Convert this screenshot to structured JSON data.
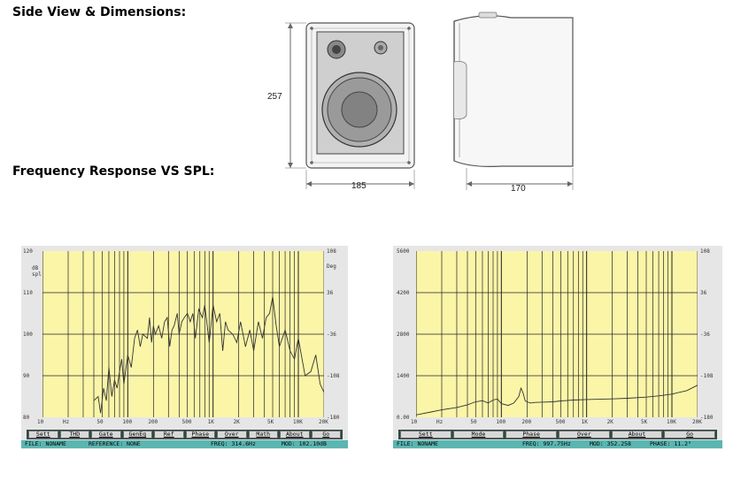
{
  "headings": {
    "side_view": "Side View & Dimensions:",
    "freq_response": "Frequency Response VS SPL:"
  },
  "dimensions": {
    "height": "257",
    "width": "185",
    "depth": "170"
  },
  "left_analyzer": {
    "y_left_ticks": [
      "120",
      "110",
      "100",
      "90",
      "80"
    ],
    "y_left_unit": "dB\nspl",
    "y_right_ticks": [
      "108",
      "36",
      "-36",
      "-108",
      "-180"
    ],
    "y_right_unit": "Deg",
    "x_ticks": [
      "10",
      "Hz",
      "50",
      "100",
      "200",
      "500",
      "1K",
      "2K",
      "5K",
      "10K",
      "20K"
    ],
    "buttons": [
      "Sett",
      "THD",
      "Gate",
      "GenEq",
      "Ref",
      "Phase",
      "Over",
      "Math",
      "About",
      "Go"
    ],
    "status": {
      "file": "FILE: NONAME",
      "reference": "REFERENCE: NONE",
      "freq": "FREQ: 314.6Hz",
      "mod": "MOD: 102.10dB"
    }
  },
  "right_analyzer": {
    "y_left_ticks": [
      "5600",
      "4200",
      "2800",
      "1400",
      "0.00"
    ],
    "y_right_ticks": [
      "108",
      "36",
      "-36",
      "-108",
      "-180"
    ],
    "x_ticks": [
      "10",
      "Hz",
      "50",
      "100",
      "200",
      "500",
      "1K",
      "2K",
      "5K",
      "10K",
      "20K"
    ],
    "buttons": [
      "Sett",
      "Mode",
      "Phase",
      "Over",
      "About",
      "Go"
    ],
    "status": {
      "file": "FILE: NONAME",
      "freq": "FREQ: 997.75Hz",
      "mod": "MOD: 352.258",
      "phase": "PHASE: 11.2°"
    }
  },
  "chart_data": [
    {
      "type": "line",
      "xscale": "log",
      "xlim": [
        10,
        20000
      ],
      "ylim": [
        80,
        120
      ],
      "series": [
        {
          "x": [
            40,
            45,
            48,
            52,
            56,
            60,
            65,
            70,
            75,
            80,
            85,
            90,
            100,
            110,
            120,
            130,
            140,
            150,
            170,
            180,
            190,
            200,
            210,
            230,
            250,
            270,
            290,
            310,
            330,
            350,
            380,
            400,
            430,
            460,
            500,
            540,
            580,
            620,
            680,
            750,
            800,
            900,
            1000,
            1100,
            1200,
            1300,
            1400,
            1500,
            1700,
            1900,
            2100,
            2400,
            2700,
            3000,
            3400,
            3800,
            4200,
            4600,
            5000,
            5500,
            6000,
            7000,
            8000,
            9000,
            10000,
            12000,
            14000,
            16000,
            18000,
            20000
          ],
          "y": [
            84,
            85,
            81,
            87,
            84,
            92,
            85,
            89,
            87,
            91,
            94,
            88,
            95,
            92,
            99,
            101,
            97,
            100,
            99,
            104,
            98,
            102,
            100,
            102,
            99,
            103,
            104,
            97,
            101,
            102,
            105,
            100,
            103,
            104,
            105,
            103,
            105,
            99,
            106,
            104,
            107,
            98,
            107,
            103,
            105,
            96,
            103,
            101,
            100,
            98,
            103,
            97,
            101,
            96,
            103,
            99,
            104,
            105,
            109,
            102,
            97,
            101,
            96,
            94,
            99,
            90,
            91,
            95,
            88,
            86
          ]
        }
      ]
    },
    {
      "type": "line",
      "xscale": "log",
      "xlim": [
        10,
        20000
      ],
      "ylim": [
        0,
        5600
      ],
      "series": [
        {
          "x": [
            10,
            15,
            20,
            30,
            40,
            50,
            60,
            70,
            80,
            90,
            100,
            120,
            140,
            160,
            170,
            180,
            190,
            200,
            220,
            250,
            300,
            400,
            500,
            700,
            1000,
            2000,
            3000,
            5000,
            7000,
            10000,
            15000,
            20000
          ],
          "y": [
            80,
            180,
            250,
            330,
            420,
            520,
            560,
            480,
            580,
            620,
            460,
            400,
            480,
            700,
            980,
            820,
            560,
            520,
            480,
            500,
            510,
            520,
            550,
            580,
            600,
            620,
            640,
            680,
            720,
            780,
            900,
            1080
          ]
        }
      ]
    }
  ]
}
